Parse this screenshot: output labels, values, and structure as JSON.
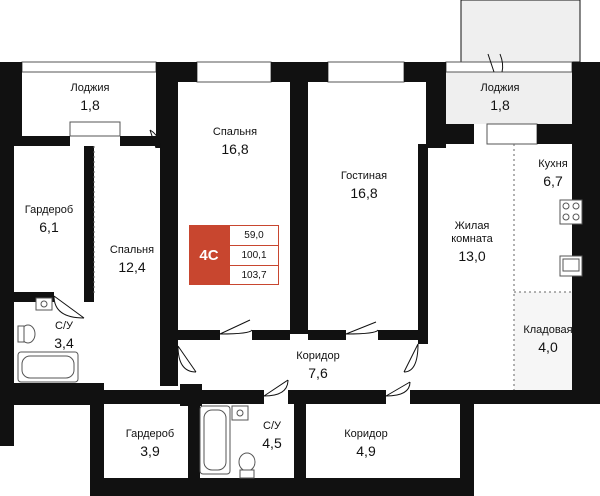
{
  "colors": {
    "wall": "#111111",
    "accent": "#c8462f",
    "balcony": "#efefef",
    "fixture": "#555555"
  },
  "apartment": {
    "type": "4С",
    "areas": [
      "59,0",
      "100,1",
      "103,7"
    ]
  },
  "rooms": [
    {
      "id": "loggia-left",
      "name": "Лоджия",
      "area": "1,8"
    },
    {
      "id": "bedroom-1",
      "name": "Спальня",
      "area": "16,8"
    },
    {
      "id": "living",
      "name": "Гостиная",
      "area": "16,8"
    },
    {
      "id": "loggia-right",
      "name": "Лоджия",
      "area": "1,8"
    },
    {
      "id": "kitchen",
      "name": "Кухня",
      "area": "6,7"
    },
    {
      "id": "wardrobe-1",
      "name": "Гардероб",
      "area": "6,1"
    },
    {
      "id": "bedroom-2",
      "name": "Спальня",
      "area": "12,4"
    },
    {
      "id": "living-room-2",
      "name": "Жилая комната",
      "area": "13,0"
    },
    {
      "id": "bath-1",
      "name": "С/У",
      "area": "3,4"
    },
    {
      "id": "storage",
      "name": "Кладовая",
      "area": "4,0"
    },
    {
      "id": "corridor-1",
      "name": "Коридор",
      "area": "7,6"
    },
    {
      "id": "wardrobe-2",
      "name": "Гардероб",
      "area": "3,9"
    },
    {
      "id": "bath-2",
      "name": "С/У",
      "area": "4,5"
    },
    {
      "id": "corridor-2",
      "name": "Коридор",
      "area": "4,9"
    }
  ]
}
